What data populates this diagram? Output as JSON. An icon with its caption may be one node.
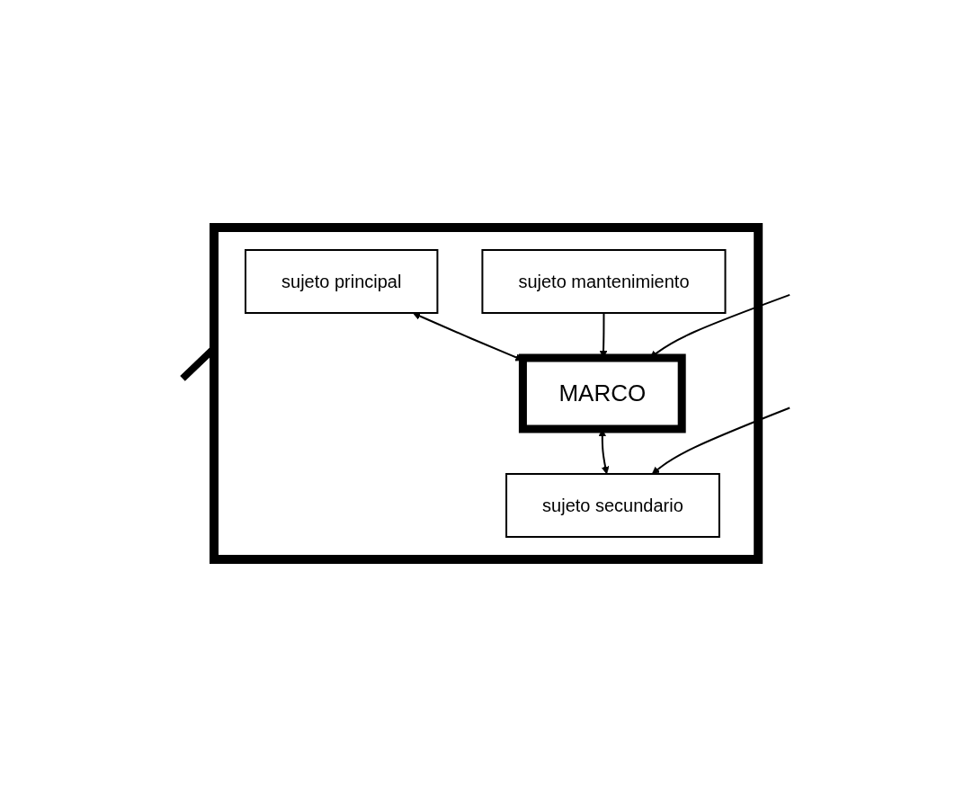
{
  "diagram": {
    "nodes": [
      {
        "text": [],
        "shape": "box"
      },
      {
        "text": [
          "sujeto principal"
        ],
        "in": 0
      },
      {
        "text": [
          "MARCO"
        ],
        "in": 0
      },
      {
        "text": [
          "sujeto mantenimiento"
        ],
        "in": 0
      },
      {
        "text": [
          "sujeto secundario"
        ],
        "in": 0
      }
    ],
    "edges": [
      {
        "from": 0,
        "to": null,
        "arrow": "none",
        "style": "thick"
      },
      {
        "from": 1,
        "to": 2,
        "arrow": "both"
      },
      {
        "from": null,
        "to": 2,
        "arrow": "to"
      },
      {
        "from": 3,
        "to": 2,
        "arrow": "to"
      },
      {
        "from": 2,
        "to": 4,
        "arrow": "both"
      },
      {
        "from": null,
        "to": 4,
        "arrow": "to"
      }
    ]
  }
}
